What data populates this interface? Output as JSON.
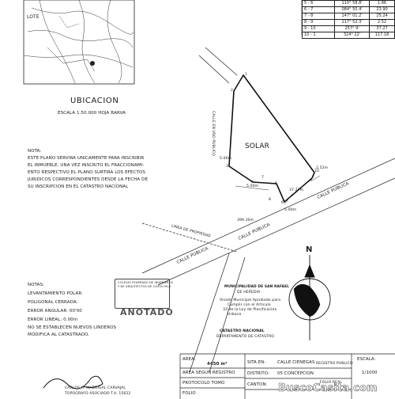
{
  "coordinate_table": {
    "rows": [
      {
        "segment": "5 - 6",
        "bearing": "110° 58.8'",
        "distance": "1.86"
      },
      {
        "segment": "6 - 7",
        "bearing": "084° 50.4'",
        "distance": "23.90"
      },
      {
        "segment": "7 - 8",
        "bearing": "147° 01.2'",
        "distance": "25.24"
      },
      {
        "segment": "8 - 9",
        "bearing": "117° 52.3'",
        "distance": "2.52"
      },
      {
        "segment": "9 - 10",
        "bearing": "257° 9'",
        "distance": "37.27"
      },
      {
        "segment": "10 - 1",
        "bearing": "324° 22'",
        "distance": "117.18"
      }
    ]
  },
  "location_map": {
    "lote_label": "LOTE",
    "heading": "UBICACION",
    "scale": "ESCALA 1:50.000 HOJA BARVA"
  },
  "note": {
    "label": "NOTA:",
    "lines": [
      "ESTE PLANO SERVIRA UNICAMENTE PARA INSCRIBIR",
      "EL INMUEBLE, UNA VEZ INSCRITO EL FRACCIONAMI-",
      "ENTO RESPECTIVO EL PLANO SURTIRA LOS EFECTOS",
      "JURIDICOS CORRESPONDIENTES DESDE LA FECHA DE",
      "SU INSCRIPCION EN EL CATASTRO NACIONAL"
    ]
  },
  "plan": {
    "solar_label": "SOLAR",
    "calle_publica": "CALLE PUBLICA",
    "calle_publica_2": "CALLE PUBLICA",
    "calle_publica_3": "CALLE PUBLICA",
    "linea_propiedad": "LINEA DE PROPIEDAD",
    "calle_en_uso": "CALLE EN USO PUBLICO",
    "north": "N",
    "dims": [
      "5.00m",
      "37.27m",
      "5.00m",
      "5.00m",
      "2.52m",
      "399.30m"
    ],
    "points": [
      "1",
      "2",
      "3",
      "4",
      "5",
      "6",
      "7",
      "8",
      "9",
      "10"
    ]
  },
  "notes_block": {
    "label": "NOTAS:",
    "lines": [
      "LEVANTAMIENTO POLAR:",
      "POLIGONAL CERRADA:",
      "ERROR ANGULAR: 00'00",
      "ERROR LINEAL: 0.00m",
      "NO SE ESTABLECEN NUEVOS LINDEROS",
      "MODIFICA AL CATASTRADO."
    ]
  },
  "stamps": {
    "colegio": [
      "COLEGIO FEDERADO DE INGENIEROS",
      "Y DE ARQUITECTOS DE COSTA RICA"
    ],
    "anotado": "ANOTADO",
    "municipalidad": [
      "MUNICIPALIDAD DE SAN RAFAEL",
      "DE HEREDIA"
    ],
    "visado": [
      "Visado Municipal Aprobado para",
      "Cumplir con el Artículo",
      "33 de la Ley de Planificación",
      "Urbana"
    ],
    "catastro": [
      "CATASTRO NACIONAL",
      "DEPARTAMENTO DE CATASTRO"
    ]
  },
  "title_block": {
    "area_label": "AREA:",
    "area_value": "4450 m²",
    "area_registro_label": "AREA SEGUN REGISTRO",
    "protocolo_label": "PROTOCOLO TOMO",
    "folio_label": "FOLIO",
    "sita_label": "SITA EN:",
    "sita_value": "CALLE CIENEGAS",
    "distrito_label": "DISTRITO:",
    "distrito_value": "05 CONCEPCION",
    "canton_label": "CANTON:",
    "registro_publico": "REGISTRO PUBLICO",
    "folio_real": "FOLIO REAL",
    "escala_label": "ESCALA:",
    "escala_value": "1/1000",
    "surveyor_name": "CARLOS H. MADRIGAL CARVAJAL",
    "surveyor_title": "TOPOGRAFO ASOCIADO T.A. 15622"
  },
  "watermark": "BuscoCasita.com"
}
